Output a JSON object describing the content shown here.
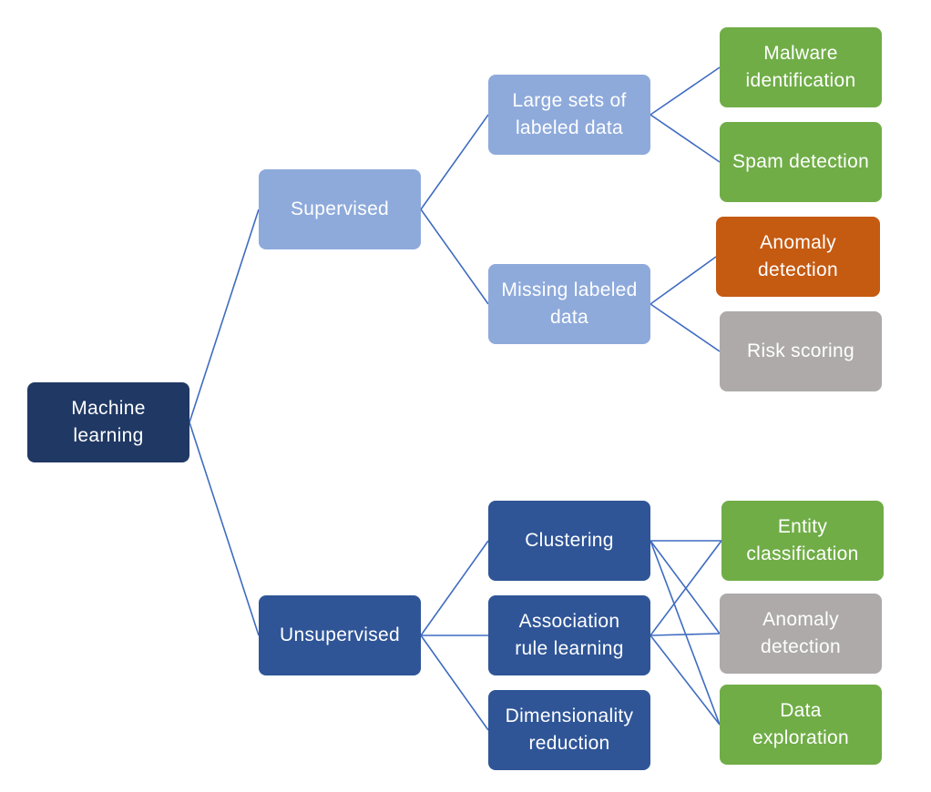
{
  "diagram": {
    "title": "Machine learning taxonomy",
    "colors": {
      "edge": "#3f6cc0",
      "root": "#203864",
      "supervised": "#8eaadb",
      "unsupervised": "#2f5597",
      "application_green": "#70ad47",
      "application_orange": "#c55a11",
      "application_gray": "#aeaaaa"
    },
    "nodes": {
      "root": "Machine\nlearning",
      "supervised": "Supervised",
      "unsupervised": "Unsupervised",
      "large_sets": "Large sets of\nlabeled data",
      "missing_labeled": "Missing labeled\ndata",
      "clustering": "Clustering",
      "association": "Association\nrule learning",
      "dimensionality": "Dimensionality\nreduction",
      "malware": "Malware\nidentification",
      "spam": "Spam detection",
      "anomaly_sup": "Anomaly\ndetection",
      "risk": "Risk scoring",
      "entity": "Entity\nclassification",
      "anomaly_unsup": "Anomaly\ndetection",
      "data_exploration": "Data\nexploration"
    },
    "edges": [
      [
        "root",
        "supervised"
      ],
      [
        "root",
        "unsupervised"
      ],
      [
        "supervised",
        "large_sets"
      ],
      [
        "supervised",
        "missing_labeled"
      ],
      [
        "large_sets",
        "malware"
      ],
      [
        "large_sets",
        "spam"
      ],
      [
        "missing_labeled",
        "anomaly_sup"
      ],
      [
        "missing_labeled",
        "risk"
      ],
      [
        "unsupervised",
        "clustering"
      ],
      [
        "unsupervised",
        "association"
      ],
      [
        "unsupervised",
        "dimensionality"
      ],
      [
        "clustering",
        "entity"
      ],
      [
        "clustering",
        "anomaly_unsup"
      ],
      [
        "clustering",
        "data_exploration"
      ],
      [
        "association",
        "entity"
      ],
      [
        "association",
        "anomaly_unsup"
      ],
      [
        "association",
        "data_exploration"
      ]
    ]
  }
}
